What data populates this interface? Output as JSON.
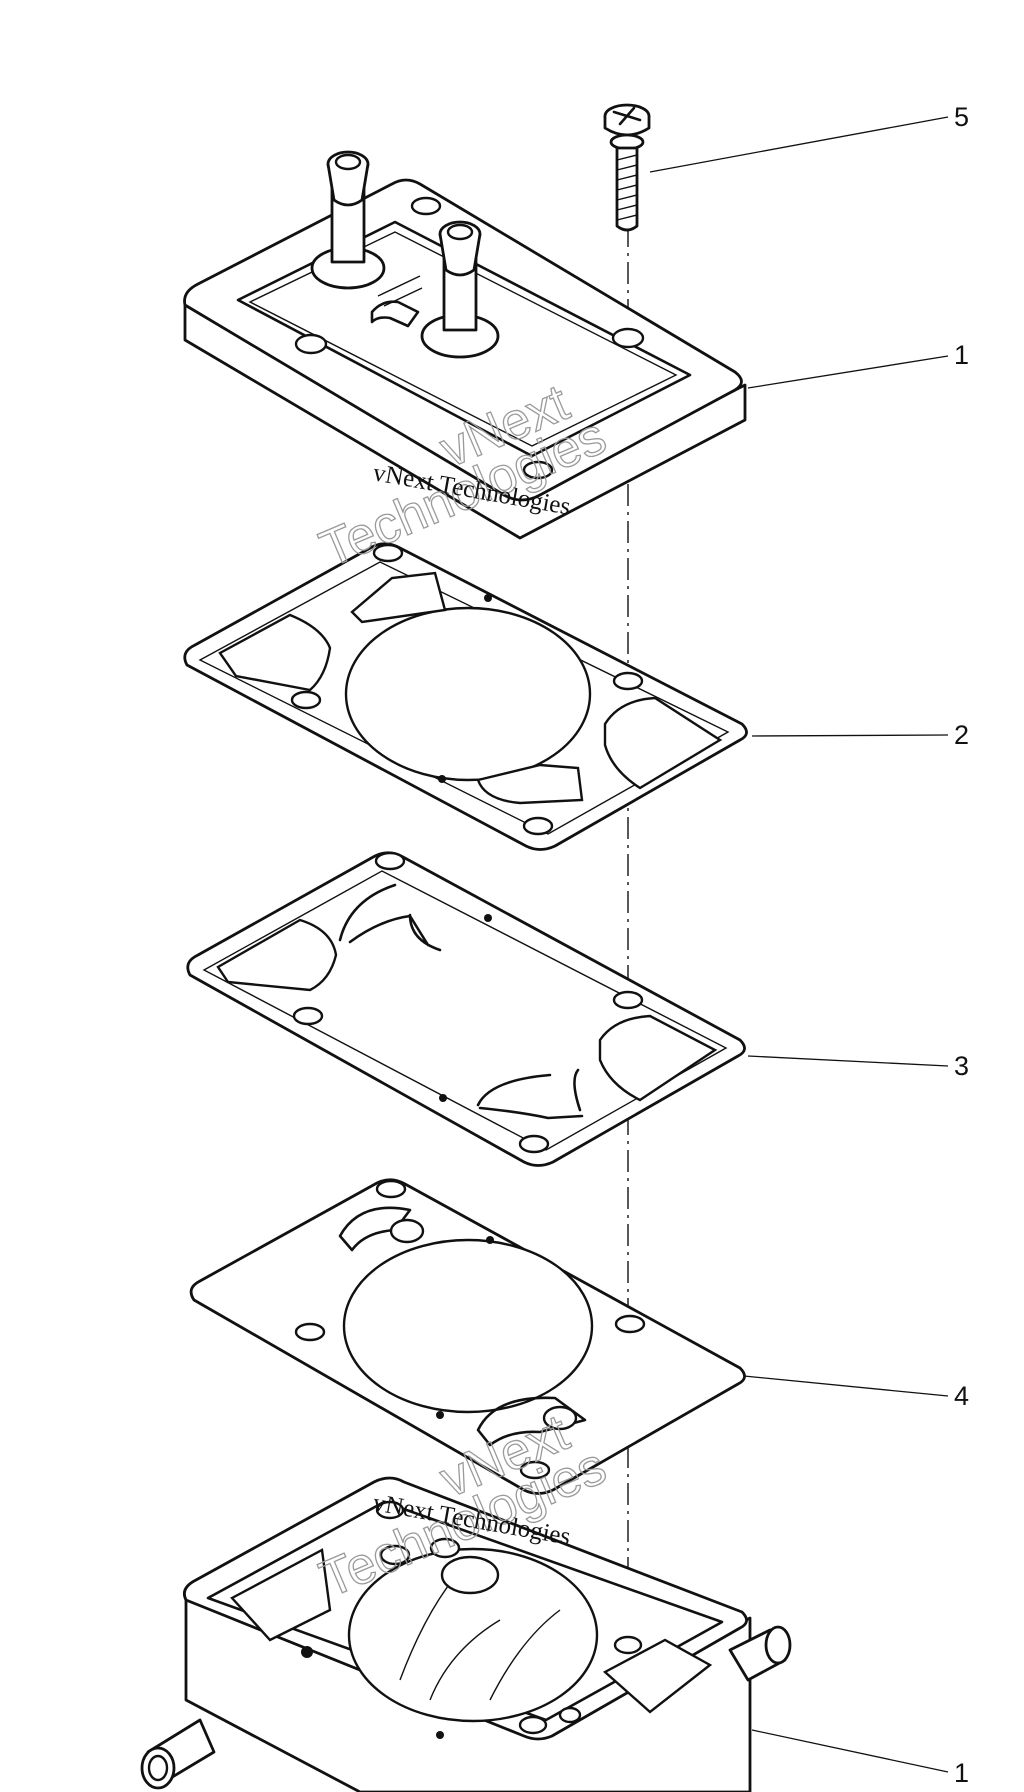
{
  "callouts": [
    {
      "id": "screw",
      "label": "5"
    },
    {
      "id": "cover",
      "label": "1"
    },
    {
      "id": "gasket-a",
      "label": "2"
    },
    {
      "id": "valve-plate",
      "label": "3"
    },
    {
      "id": "diaphragm",
      "label": "4"
    },
    {
      "id": "body",
      "label": "1"
    }
  ],
  "watermarks": [
    {
      "plain": "vNext Technologies",
      "outline_top": "vNext",
      "outline_bottom": "Technologies"
    },
    {
      "plain": "vNext Technologies",
      "outline_top": "vNext",
      "outline_bottom": "Technologies"
    }
  ],
  "colors": {
    "ink": "#111111",
    "watermark_outline": "#9a9a9a",
    "background": "#ffffff"
  }
}
